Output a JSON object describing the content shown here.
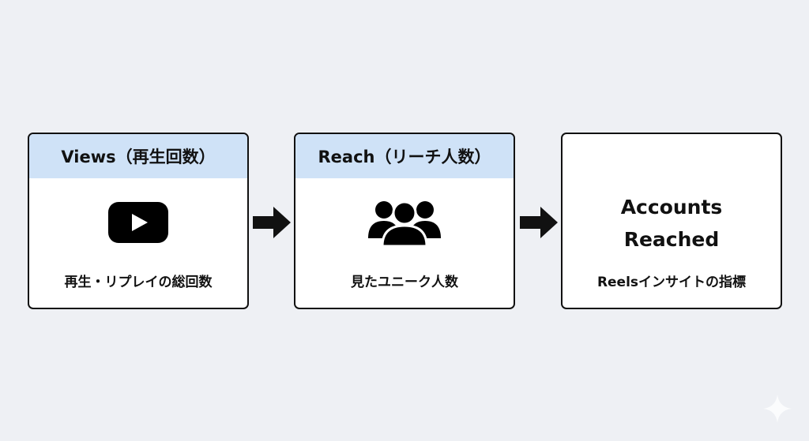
{
  "steps": [
    {
      "title": "Views（再生回数）",
      "icon": "video-play-icon",
      "caption": "再生・リプレイの総回数"
    },
    {
      "title": "Reach（リーチ人数）",
      "icon": "users-group-icon",
      "caption": "見たユニーク人数"
    },
    {
      "title_line1": "Accounts",
      "title_line2": "Reached",
      "caption": "Reelsインサイトの指標"
    }
  ],
  "colors": {
    "header": "#cfe2f7",
    "background": "#eef0f4",
    "ink": "#111111"
  }
}
